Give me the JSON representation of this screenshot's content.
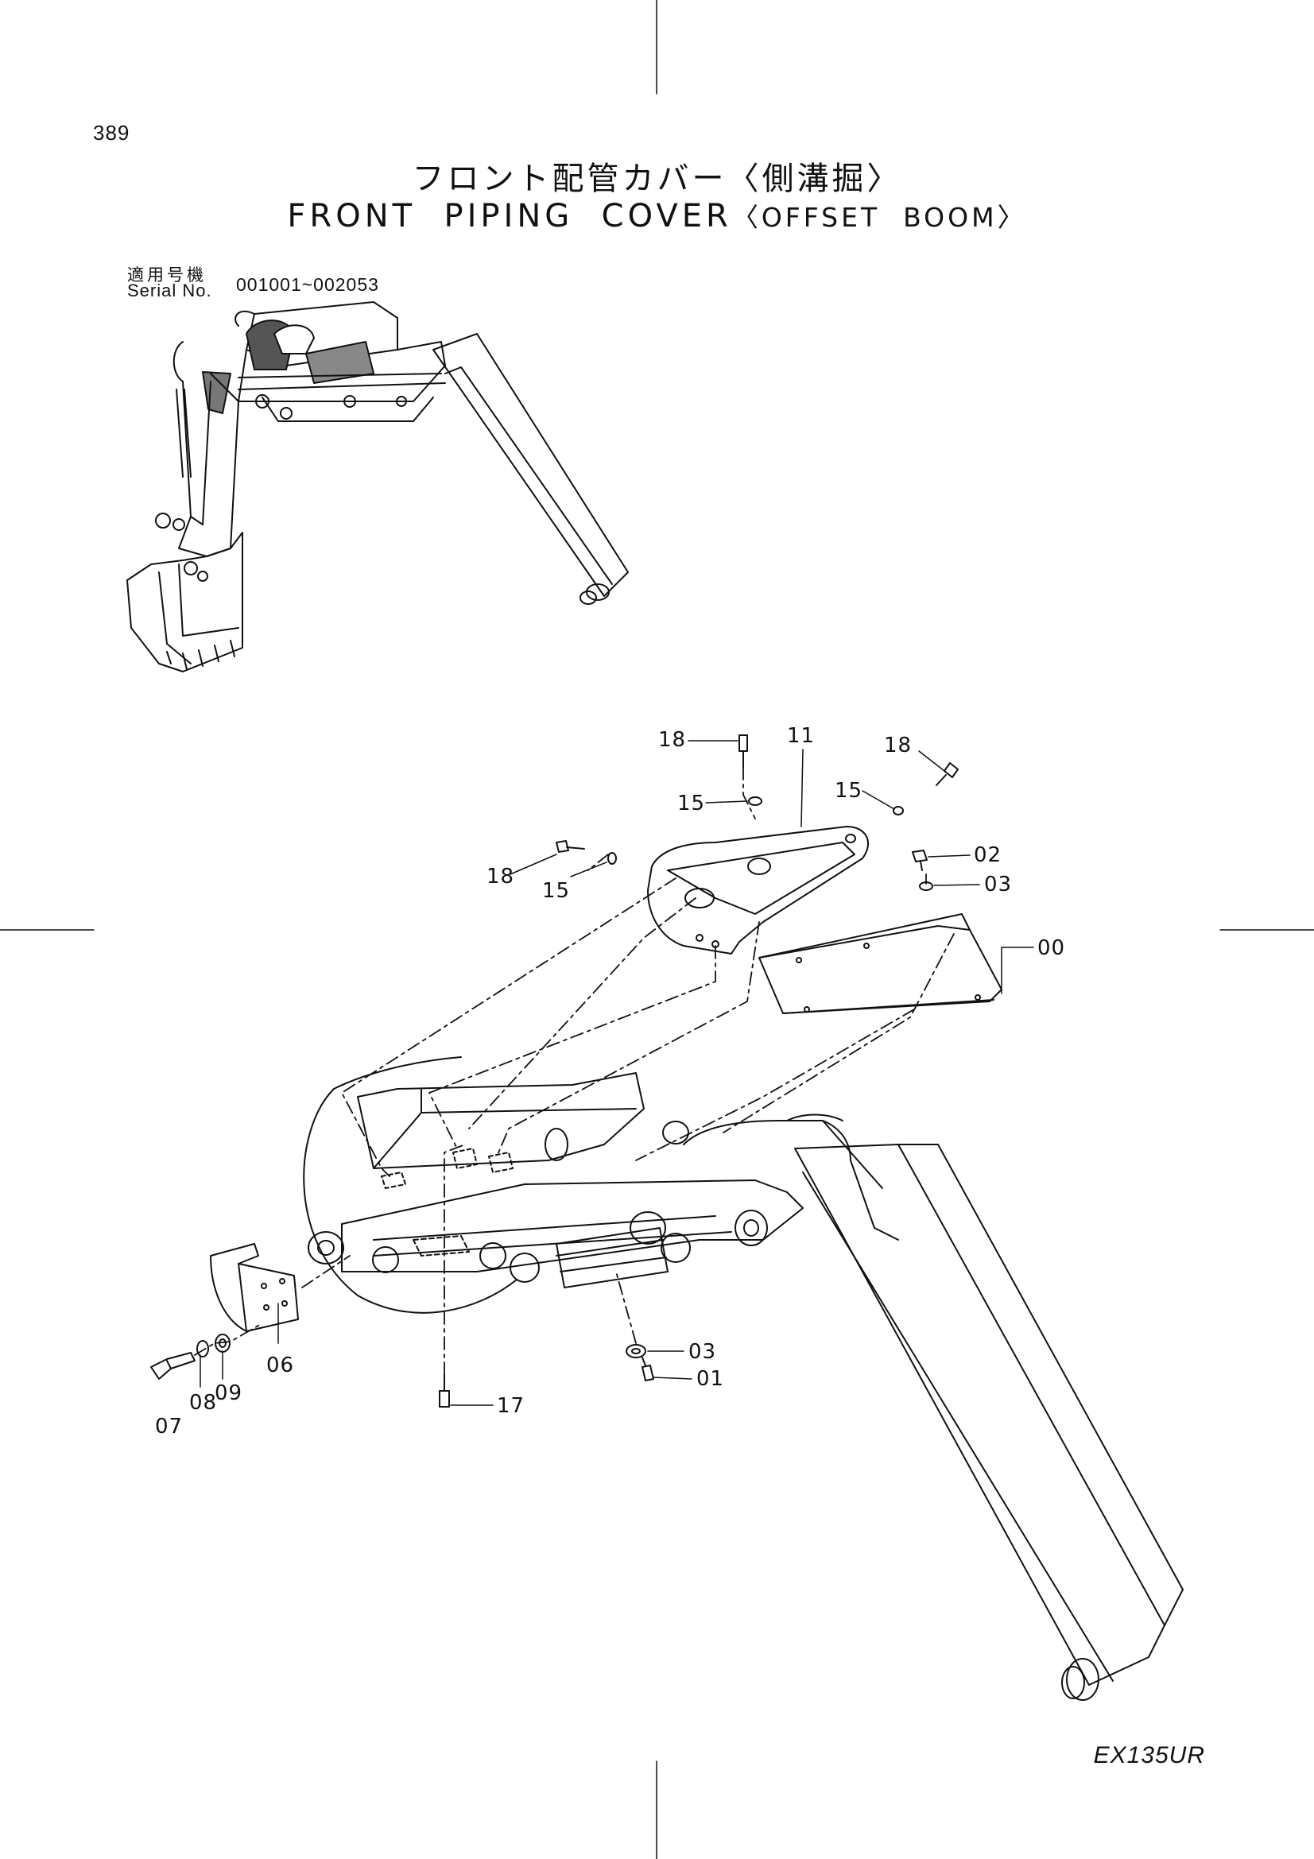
{
  "header": {
    "page_number": "389",
    "title_jp": "フロント配管カバー",
    "title_jp_sub": "〈側溝掘〉",
    "title_en": "FRONT  PIPING  COVER",
    "title_en_sub": "〈OFFSET  BOOM〉"
  },
  "serial": {
    "label_jp": "適用号機",
    "label_en": "Serial No.",
    "range": "001001~002053"
  },
  "footer": {
    "model": "EX135UR"
  },
  "callouts": [
    {
      "id": "c18a",
      "text": "18"
    },
    {
      "id": "c11",
      "text": "11"
    },
    {
      "id": "c18b",
      "text": "18"
    },
    {
      "id": "c15a",
      "text": "15"
    },
    {
      "id": "c15b",
      "text": "15"
    },
    {
      "id": "c02",
      "text": "02"
    },
    {
      "id": "c03a",
      "text": "03"
    },
    {
      "id": "c18c",
      "text": "18"
    },
    {
      "id": "c15c",
      "text": "15"
    },
    {
      "id": "c00",
      "text": "00"
    },
    {
      "id": "c06",
      "text": "06"
    },
    {
      "id": "c03b",
      "text": "03"
    },
    {
      "id": "c01",
      "text": "01"
    },
    {
      "id": "c17",
      "text": "17"
    },
    {
      "id": "c07",
      "text": "07"
    },
    {
      "id": "c08",
      "text": "08"
    },
    {
      "id": "c09",
      "text": "09"
    }
  ]
}
